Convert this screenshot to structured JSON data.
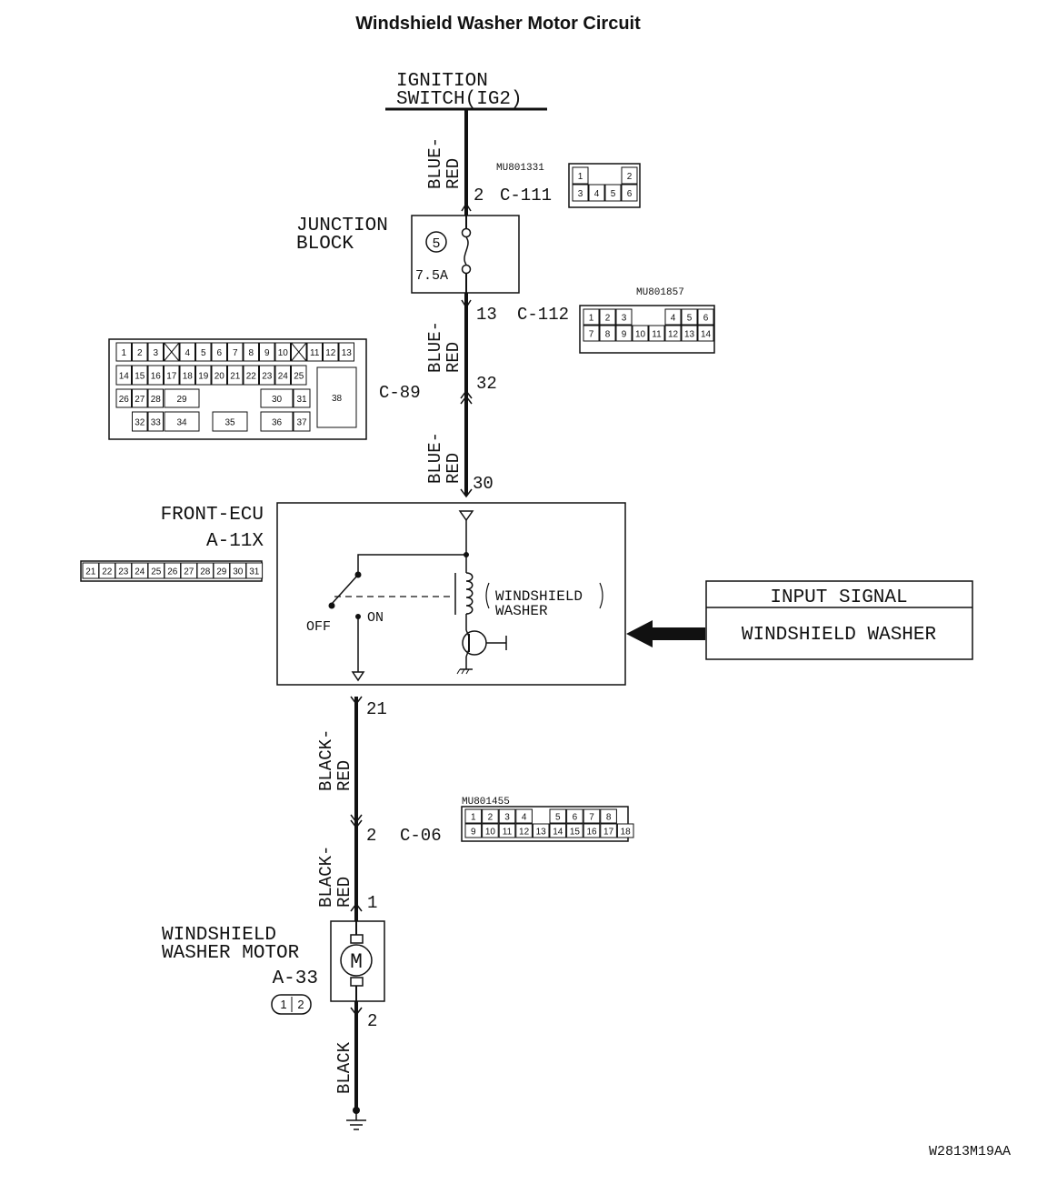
{
  "title": "Windshield Washer Motor Circuit",
  "ignition": {
    "line1": "IGNITION",
    "line2": "SWITCH(IG2)"
  },
  "wires": {
    "w1": {
      "line1": "BLUE-",
      "line2": "RED"
    },
    "w2": {
      "line1": "BLUE-",
      "line2": "RED"
    },
    "w3": {
      "line1": "BLUE-",
      "line2": "RED"
    },
    "w4": {
      "line1": "BLACK-",
      "line2": "RED"
    },
    "w5": {
      "line1": "BLACK-",
      "line2": "RED"
    },
    "w6": {
      "line1": "BLACK"
    }
  },
  "connectors": {
    "c111": {
      "part": "MU801331",
      "pin": "2",
      "name": "C-111",
      "rows": [
        [
          "1",
          "",
          "",
          "2"
        ],
        [
          "3",
          "4",
          "5",
          "6"
        ]
      ]
    },
    "c112": {
      "part": "MU801857",
      "pin": "13",
      "name": "C-112",
      "rows": [
        [
          "1",
          "2",
          "3",
          "",
          "",
          "4",
          "5",
          "6"
        ],
        [
          "7",
          "8",
          "9",
          "10",
          "11",
          "12",
          "13",
          "14"
        ]
      ]
    },
    "c89": {
      "pin": "32",
      "name": "C-89",
      "row1": [
        "1",
        "2",
        "3",
        "X",
        "4",
        "5",
        "6",
        "7",
        "8",
        "9",
        "10",
        "X",
        "11",
        "12",
        "13"
      ],
      "row2": [
        "14",
        "15",
        "16",
        "17",
        "18",
        "19",
        "20",
        "21",
        "22",
        "23",
        "24",
        "25"
      ],
      "row3": [
        "26",
        "27",
        "28",
        "29",
        "30",
        "31"
      ],
      "row4": [
        "32",
        "33",
        "34",
        "35",
        "36",
        "37"
      ],
      "big": "38"
    },
    "a11x": {
      "pin": "30",
      "out_pin": "21",
      "cells": [
        "21",
        "22",
        "23",
        "24",
        "25",
        "26",
        "27",
        "28",
        "29",
        "30",
        "31"
      ]
    },
    "c06": {
      "part": "MU801455",
      "pin": "2",
      "name": "C-06",
      "rows": [
        [
          "1",
          "2",
          "3",
          "4",
          "",
          "5",
          "6",
          "7",
          "8"
        ],
        [
          "9",
          "10",
          "11",
          "12",
          "13",
          "14",
          "15",
          "16",
          "17",
          "18"
        ]
      ]
    }
  },
  "junction": {
    "line1": "JUNCTION",
    "line2": "BLOCK",
    "fuse_no": "5",
    "rating": "7.5A"
  },
  "ecu": {
    "line1": "FRONT-ECU",
    "line2": "A-11X",
    "relay_line1": "WINDSHIELD",
    "relay_line2": "WASHER",
    "off": "OFF",
    "on": "ON"
  },
  "input": {
    "header": "INPUT SIGNAL",
    "value": "WINDSHIELD WASHER"
  },
  "motor": {
    "line1": "WINDSHIELD",
    "line2": "WASHER MOTOR",
    "code": "A-33",
    "symbol": "M",
    "in_pin": "1",
    "out_pin": "2",
    "conn_pins": [
      "1",
      "2"
    ]
  },
  "figure_id": "W2813M19AA"
}
